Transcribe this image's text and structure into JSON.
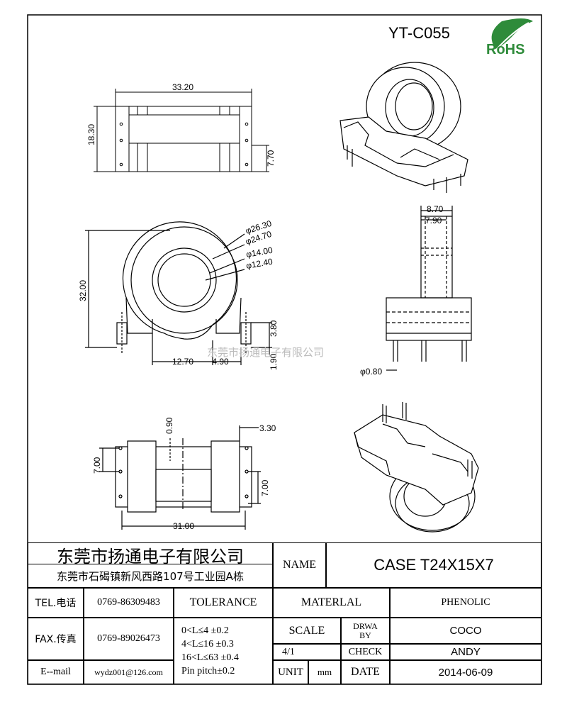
{
  "header": {
    "part_number": "YT-C055",
    "rohs_label": "RoHS",
    "watermark": "东莞市扬通电子有限公司"
  },
  "dimensions": {
    "top_view": {
      "overall_width": "33.20",
      "height": "18.30",
      "height2": "7.70"
    },
    "front_view": {
      "od_outer": "φ26.30",
      "od_inner": "φ24.70",
      "id_outer": "φ14.00",
      "id_inner": "φ12.40",
      "overall_height": "32.00",
      "pin_len": "3.80",
      "pin_offset": "1.90",
      "left_span": "12.70",
      "right_span": "4.90"
    },
    "side_view": {
      "w1": "8.70",
      "w2": "7.90",
      "pin_dia": "φ0.80"
    },
    "bottom_view": {
      "gap": "0.90",
      "edge": "3.30",
      "left_pitch": "7.00",
      "right_pitch": "7.00",
      "overall": "31.00"
    }
  },
  "title_block": {
    "company": "东莞市扬通电子有限公司",
    "address": "东莞市石碣镇新风西路107号工业园A栋",
    "name_label": "NAME",
    "name_value": "CASE  T24X15X7",
    "tel_label": "TEL.电话",
    "tel_value": "0769-86309483",
    "fax_label": "FAX.传真",
    "fax_value": "0769-89026473",
    "email_label": "E--mail",
    "email_value": "wydz001@126.com",
    "tolerance_label": "TOLERANCE",
    "tol_1": "0<L≤4   ±0.2",
    "tol_2": "4<L≤16  ±0.3",
    "tol_3": "16<L≤63 ±0.4",
    "tol_4": "Pin pitch±0.2",
    "material_label": "MATERLAL",
    "material_value": "PHENOLIC",
    "scale_label": "SCALE",
    "scale_value": "4/1",
    "drawn_label_1": "DRWA",
    "drawn_label_2": "BY",
    "drawn_value": "COCO",
    "check_label": "CHECK",
    "check_value": "ANDY",
    "unit_label": "UNIT",
    "unit_value": "mm",
    "date_label": "DATE",
    "date_value": "2014-06-09"
  }
}
